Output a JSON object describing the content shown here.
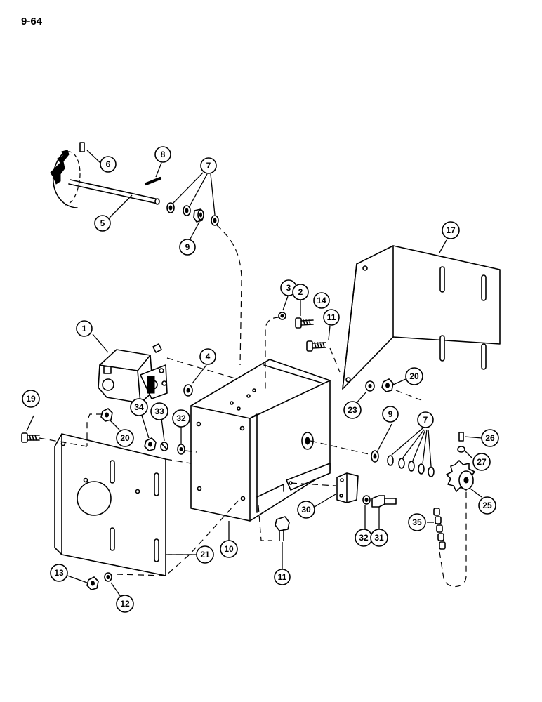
{
  "page_number": "9-64",
  "callouts": [
    {
      "id": "c6",
      "label": "6"
    },
    {
      "id": "c8",
      "label": "8"
    },
    {
      "id": "c7a",
      "label": "7"
    },
    {
      "id": "c5",
      "label": "5"
    },
    {
      "id": "c9a",
      "label": "9"
    },
    {
      "id": "c17",
      "label": "17"
    },
    {
      "id": "c3",
      "label": "3"
    },
    {
      "id": "c2",
      "label": "2"
    },
    {
      "id": "c14",
      "label": "14"
    },
    {
      "id": "c11a",
      "label": "11"
    },
    {
      "id": "c1",
      "label": "1"
    },
    {
      "id": "c4",
      "label": "4"
    },
    {
      "id": "c20a",
      "label": "20"
    },
    {
      "id": "c23",
      "label": "23"
    },
    {
      "id": "c19",
      "label": "19"
    },
    {
      "id": "c34",
      "label": "34"
    },
    {
      "id": "c33",
      "label": "33"
    },
    {
      "id": "c32a",
      "label": "32"
    },
    {
      "id": "c20b",
      "label": "20"
    },
    {
      "id": "c9b",
      "label": "9"
    },
    {
      "id": "c7b",
      "label": "7"
    },
    {
      "id": "c26",
      "label": "26"
    },
    {
      "id": "c27",
      "label": "27"
    },
    {
      "id": "c25",
      "label": "25"
    },
    {
      "id": "c30",
      "label": "30"
    },
    {
      "id": "c32b",
      "label": "32"
    },
    {
      "id": "c31",
      "label": "31"
    },
    {
      "id": "c35",
      "label": "35"
    },
    {
      "id": "c21",
      "label": "21"
    },
    {
      "id": "c10",
      "label": "10"
    },
    {
      "id": "c11b",
      "label": "11"
    },
    {
      "id": "c13",
      "label": "13"
    },
    {
      "id": "c12",
      "label": "12"
    }
  ]
}
